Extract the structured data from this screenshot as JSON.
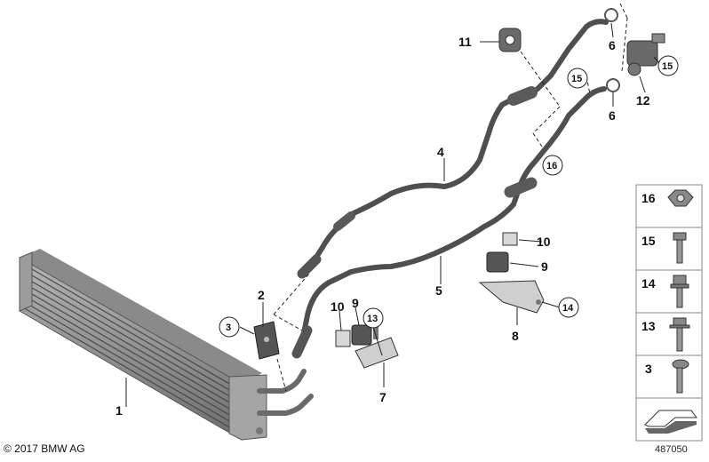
{
  "diagram": {
    "callouts": {
      "c1": "1",
      "c2": "2",
      "c3": "3",
      "c4": "4",
      "c5": "5",
      "c6a": "6",
      "c6b": "6",
      "c7": "7",
      "c8": "8",
      "c9a": "9",
      "c9b": "9",
      "c10a": "10",
      "c10b": "10",
      "c11": "11",
      "c12": "12",
      "c13": "13",
      "c14": "14",
      "c15a": "15",
      "c15b": "15",
      "c16": "16"
    },
    "legend": [
      {
        "label": "16",
        "icon": "nut-icon"
      },
      {
        "label": "15",
        "icon": "bolt-icon"
      },
      {
        "label": "14",
        "icon": "collar-bolt-icon"
      },
      {
        "label": "13",
        "icon": "flange-bolt-icon"
      },
      {
        "label": "3",
        "icon": "torx-screw-icon"
      }
    ],
    "footer": {
      "copyright": "© 2017 BMW AG",
      "image_number": "487050"
    }
  }
}
